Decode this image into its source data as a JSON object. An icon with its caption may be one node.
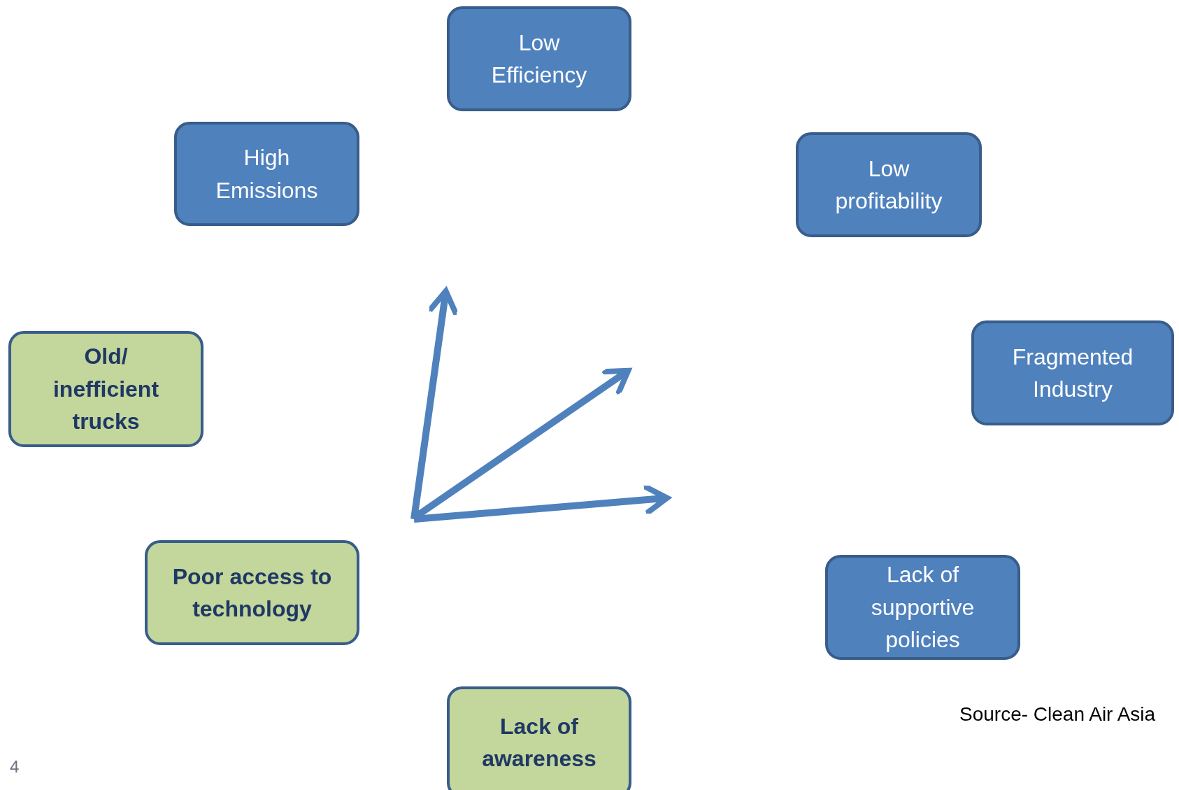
{
  "diagram": {
    "nodes": [
      {
        "text": [
          "Low Efficiency"
        ]
      },
      {
        "text": [
          "High Emissions"
        ]
      },
      {
        "text": [
          "Low profitability"
        ]
      },
      {
        "text": [
          "Old/ inefficient trucks"
        ]
      },
      {
        "text": [
          "Fragmented Industry"
        ]
      },
      {
        "text": [
          "Poor access to technology"
        ]
      },
      {
        "text": [
          "Lack of supportive policies"
        ]
      },
      {
        "text": [
          "Lack of awareness"
        ]
      }
    ],
    "labels": [
      "Source- Clean Air Asia",
      "4"
    ]
  }
}
